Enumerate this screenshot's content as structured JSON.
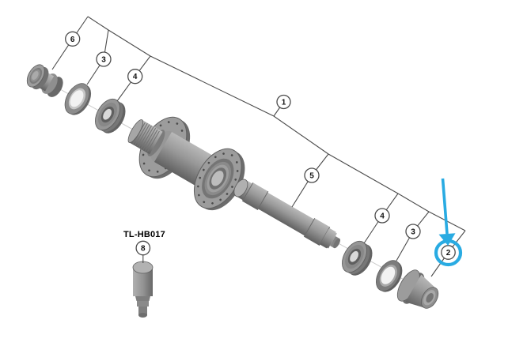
{
  "diagram": {
    "tool_label": "TL-HB017",
    "callouts": {
      "c1": "1",
      "c2": "2",
      "c3_left": "3",
      "c3_right": "3",
      "c4_left": "4",
      "c4_right": "4",
      "c5": "5",
      "c6": "6",
      "c8": "8"
    },
    "colors": {
      "highlight": "#29abe2",
      "line": "#4c4c4c",
      "background": "#ffffff"
    }
  }
}
